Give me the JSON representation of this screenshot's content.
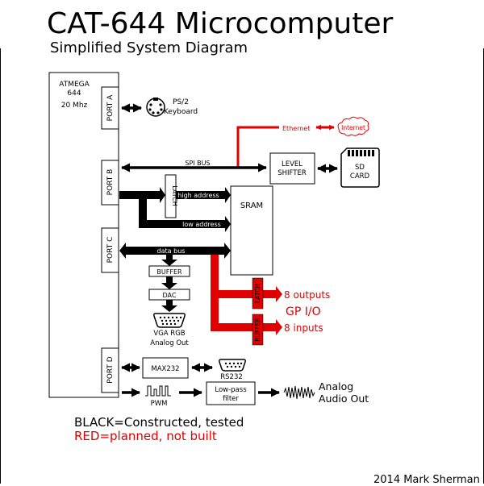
{
  "title": "CAT-644 Microcomputer",
  "subtitle": "Simplified System Diagram",
  "mcu": {
    "line1": "ATMEGA",
    "line2": "644",
    "line3": "20 Mhz"
  },
  "ports": {
    "a": "PORT A",
    "b": "PORT B",
    "c": "PORT C",
    "d": "PORT D"
  },
  "peripherals": {
    "keyboard": {
      "line1": "PS/2",
      "line2": "Keyboard"
    },
    "ethernet": "Ethernet",
    "internet": "Internet",
    "spi_bus": "SPI BUS",
    "level_shifter": {
      "line1": "LEVEL",
      "line2": "SHIFTER"
    },
    "sd_card": {
      "line1": "SD",
      "line2": "CARD"
    },
    "latch": "LATCH",
    "high_address": "high address",
    "low_address": "low address",
    "sram": "SRAM",
    "data_bus": "data bus",
    "buffer": "BUFFER",
    "dac": "DAC",
    "vga": {
      "line1": "VGA RGB",
      "line2": "Analog Out"
    },
    "gpio_latch": "LATCH",
    "gpio_buffer": "BUFFER",
    "outputs": "8 outputs",
    "gpio": "GP I/O",
    "inputs": "8 inputs",
    "max232": "MAX232",
    "rs232": "RS232",
    "pwm": "PWM",
    "lowpass": {
      "line1": "Low-pass",
      "line2": "filter"
    },
    "audio": {
      "line1": "Analog",
      "line2": "Audio Out"
    }
  },
  "legend": {
    "black": "BLACK=Constructed, tested",
    "red": "RED=planned, not built"
  },
  "credit": "2014 Mark Sherman",
  "colors": {
    "built": "#000000",
    "planned": "#e00000"
  }
}
